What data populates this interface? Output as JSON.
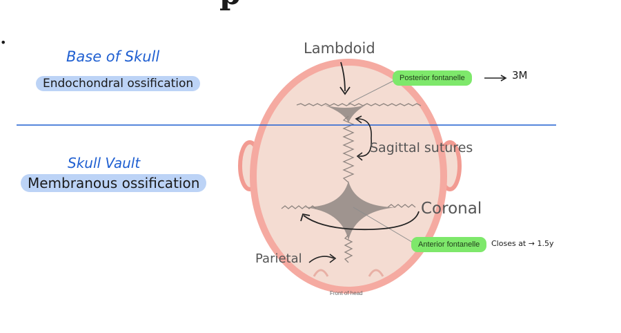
{
  "header_fragment": "p",
  "left_bullet": "•",
  "regions": {
    "base": {
      "title": "Base of Skull",
      "subtitle": "Endochondral ossification"
    },
    "vault": {
      "title": "Skull Vault",
      "subtitle": "Membranous ossification"
    }
  },
  "labels": {
    "lambdoid": "Lambdoid",
    "sagittal": "Sagittal sutures",
    "coronal": "Coronal",
    "parietal": "Parietal",
    "posterior_fontanelle": "Posterior fontanelle",
    "posterior_note": "3M",
    "anterior_fontanelle": "Anterior fontanelle",
    "anterior_note": "Closes at → 1.5y",
    "front_of_head": "Front of head"
  },
  "colors": {
    "skull_fill": "#f4dcd2",
    "skull_outline": "#f29b92",
    "suture": "#9a8f8a",
    "divider": "#1f5fd1",
    "highlight_green": "#7ee86b",
    "highlight_blue": "#bcd3f6"
  }
}
